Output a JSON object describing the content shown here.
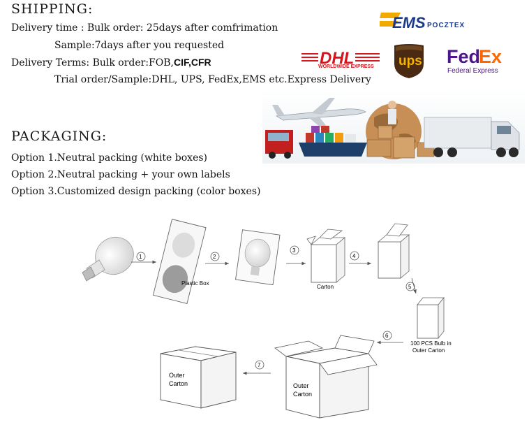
{
  "shipping": {
    "heading": "SHIPPING:",
    "delivery_time": "Delivery time : Bulk order: 25days after comfrimation",
    "sample": "Sample:7days after you requested",
    "terms_prefix": "Delivery Terms: Bulk order:FOB,",
    "terms_bold": "CIF,CFR",
    "trial": "Trial order/Sample:DHL, UPS, FedEx,EMS etc.Express Delivery"
  },
  "logos": {
    "ems": "EMS",
    "ems_sub": "POCZTEX",
    "dhl": "DHL",
    "dhl_sub": "WORLDWIDE EXPRESS",
    "ups": "ups",
    "fedex_fed": "Fed",
    "fedex_ex": "Ex",
    "fedex_sub": "Federal Express",
    "colors": {
      "ems": "#1b3a8c",
      "ems_accent": "#f2a900",
      "dhl": "#d8141c",
      "dhl_bg": "#ffcc00",
      "ups_brown": "#4a2a12",
      "ups_gold": "#f5b400",
      "fedex_purple": "#4d148c",
      "fedex_orange": "#ff6600"
    }
  },
  "packaging": {
    "heading": "PACKAGING:",
    "options": [
      "Option 1.Neutral packing (white boxes)",
      "Option 2.Neutral packing + your own labels",
      "Option 3.Customized design packing (color boxes)"
    ]
  },
  "diagram": {
    "steps": [
      "1",
      "2",
      "3",
      "4",
      "5",
      "6",
      "7"
    ],
    "plastic_box": "Plastic Box",
    "carton": "Carton",
    "bulb_carton_1": "100 PCS Bulb in",
    "bulb_carton_2": "Outer Carton",
    "outer_carton_1": "Outer",
    "outer_carton_2": "Carton"
  }
}
